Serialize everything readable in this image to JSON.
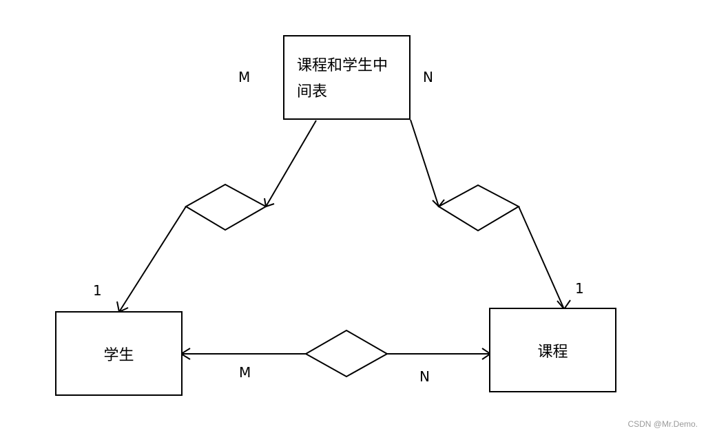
{
  "diagram": {
    "entities": {
      "middle_table": "课程和学生中间表",
      "student": "学生",
      "course": "课程"
    },
    "cardinalities": {
      "middle_to_student_top": "M",
      "middle_to_course_top": "N",
      "student_side": "1",
      "course_side": "1",
      "student_to_course_left": "M",
      "student_to_course_right": "N"
    }
  },
  "watermark": "CSDN @Mr.Demo."
}
